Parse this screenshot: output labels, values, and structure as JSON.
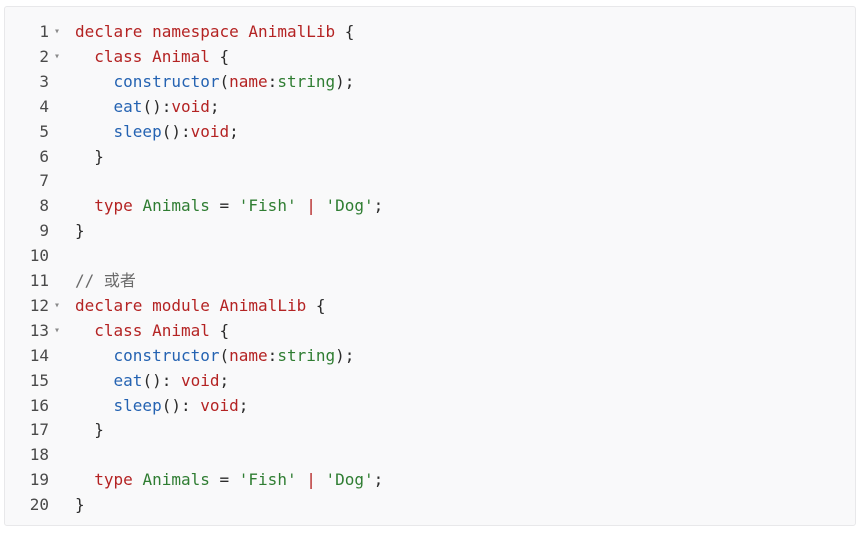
{
  "code": {
    "lines": [
      {
        "num": "1",
        "fold": "▾",
        "tokens": [
          {
            "t": "declare",
            "c": "kw"
          },
          {
            "t": " ",
            "c": ""
          },
          {
            "t": "namespace",
            "c": "kw"
          },
          {
            "t": " ",
            "c": ""
          },
          {
            "t": "AnimalLib",
            "c": "kw"
          },
          {
            "t": " {",
            "c": ""
          }
        ]
      },
      {
        "num": "2",
        "fold": "▾",
        "tokens": [
          {
            "t": "  ",
            "c": ""
          },
          {
            "t": "class",
            "c": "kw"
          },
          {
            "t": " ",
            "c": ""
          },
          {
            "t": "Animal",
            "c": "kw"
          },
          {
            "t": " {",
            "c": ""
          }
        ]
      },
      {
        "num": "3",
        "fold": "",
        "tokens": [
          {
            "t": "    ",
            "c": ""
          },
          {
            "t": "constructor",
            "c": "fn"
          },
          {
            "t": "(",
            "c": ""
          },
          {
            "t": "name",
            "c": "kw"
          },
          {
            "t": ":",
            "c": ""
          },
          {
            "t": "string",
            "c": "ty"
          },
          {
            "t": ");",
            "c": ""
          }
        ]
      },
      {
        "num": "4",
        "fold": "",
        "tokens": [
          {
            "t": "    ",
            "c": ""
          },
          {
            "t": "eat",
            "c": "fn"
          },
          {
            "t": "():",
            "c": ""
          },
          {
            "t": "void",
            "c": "kw"
          },
          {
            "t": ";",
            "c": ""
          }
        ]
      },
      {
        "num": "5",
        "fold": "",
        "tokens": [
          {
            "t": "    ",
            "c": ""
          },
          {
            "t": "sleep",
            "c": "fn"
          },
          {
            "t": "():",
            "c": ""
          },
          {
            "t": "void",
            "c": "kw"
          },
          {
            "t": ";",
            "c": ""
          }
        ]
      },
      {
        "num": "6",
        "fold": "",
        "tokens": [
          {
            "t": "  }",
            "c": ""
          }
        ]
      },
      {
        "num": "7",
        "fold": "",
        "tokens": []
      },
      {
        "num": "8",
        "fold": "",
        "tokens": [
          {
            "t": "  ",
            "c": ""
          },
          {
            "t": "type",
            "c": "kw"
          },
          {
            "t": " ",
            "c": ""
          },
          {
            "t": "Animals",
            "c": "ty"
          },
          {
            "t": " = ",
            "c": ""
          },
          {
            "t": "'Fish'",
            "c": "str"
          },
          {
            "t": " ",
            "c": ""
          },
          {
            "t": "|",
            "c": "sep"
          },
          {
            "t": " ",
            "c": ""
          },
          {
            "t": "'Dog'",
            "c": "str"
          },
          {
            "t": ";",
            "c": ""
          }
        ]
      },
      {
        "num": "9",
        "fold": "",
        "tokens": [
          {
            "t": "}",
            "c": ""
          }
        ]
      },
      {
        "num": "10",
        "fold": "",
        "tokens": []
      },
      {
        "num": "11",
        "fold": "",
        "tokens": [
          {
            "t": "// 或者",
            "c": "cm"
          }
        ]
      },
      {
        "num": "12",
        "fold": "▾",
        "tokens": [
          {
            "t": "declare",
            "c": "kw"
          },
          {
            "t": " ",
            "c": ""
          },
          {
            "t": "module",
            "c": "kw"
          },
          {
            "t": " ",
            "c": ""
          },
          {
            "t": "AnimalLib",
            "c": "kw"
          },
          {
            "t": " {",
            "c": ""
          }
        ]
      },
      {
        "num": "13",
        "fold": "▾",
        "tokens": [
          {
            "t": "  ",
            "c": ""
          },
          {
            "t": "class",
            "c": "kw"
          },
          {
            "t": " ",
            "c": ""
          },
          {
            "t": "Animal",
            "c": "kw"
          },
          {
            "t": " {",
            "c": ""
          }
        ]
      },
      {
        "num": "14",
        "fold": "",
        "tokens": [
          {
            "t": "    ",
            "c": ""
          },
          {
            "t": "constructor",
            "c": "fn"
          },
          {
            "t": "(",
            "c": ""
          },
          {
            "t": "name",
            "c": "kw"
          },
          {
            "t": ":",
            "c": ""
          },
          {
            "t": "string",
            "c": "ty"
          },
          {
            "t": ");",
            "c": ""
          }
        ]
      },
      {
        "num": "15",
        "fold": "",
        "tokens": [
          {
            "t": "    ",
            "c": ""
          },
          {
            "t": "eat",
            "c": "fn"
          },
          {
            "t": "(): ",
            "c": ""
          },
          {
            "t": "void",
            "c": "kw"
          },
          {
            "t": ";",
            "c": ""
          }
        ]
      },
      {
        "num": "16",
        "fold": "",
        "tokens": [
          {
            "t": "    ",
            "c": ""
          },
          {
            "t": "sleep",
            "c": "fn"
          },
          {
            "t": "(): ",
            "c": ""
          },
          {
            "t": "void",
            "c": "kw"
          },
          {
            "t": ";",
            "c": ""
          }
        ]
      },
      {
        "num": "17",
        "fold": "",
        "tokens": [
          {
            "t": "  }",
            "c": ""
          }
        ]
      },
      {
        "num": "18",
        "fold": "",
        "tokens": []
      },
      {
        "num": "19",
        "fold": "",
        "tokens": [
          {
            "t": "  ",
            "c": ""
          },
          {
            "t": "type",
            "c": "kw"
          },
          {
            "t": " ",
            "c": ""
          },
          {
            "t": "Animals",
            "c": "ty"
          },
          {
            "t": " = ",
            "c": ""
          },
          {
            "t": "'Fish'",
            "c": "str"
          },
          {
            "t": " ",
            "c": ""
          },
          {
            "t": "|",
            "c": "sep"
          },
          {
            "t": " ",
            "c": ""
          },
          {
            "t": "'Dog'",
            "c": "str"
          },
          {
            "t": ";",
            "c": ""
          }
        ]
      },
      {
        "num": "20",
        "fold": "",
        "tokens": [
          {
            "t": "}",
            "c": ""
          }
        ]
      }
    ]
  }
}
